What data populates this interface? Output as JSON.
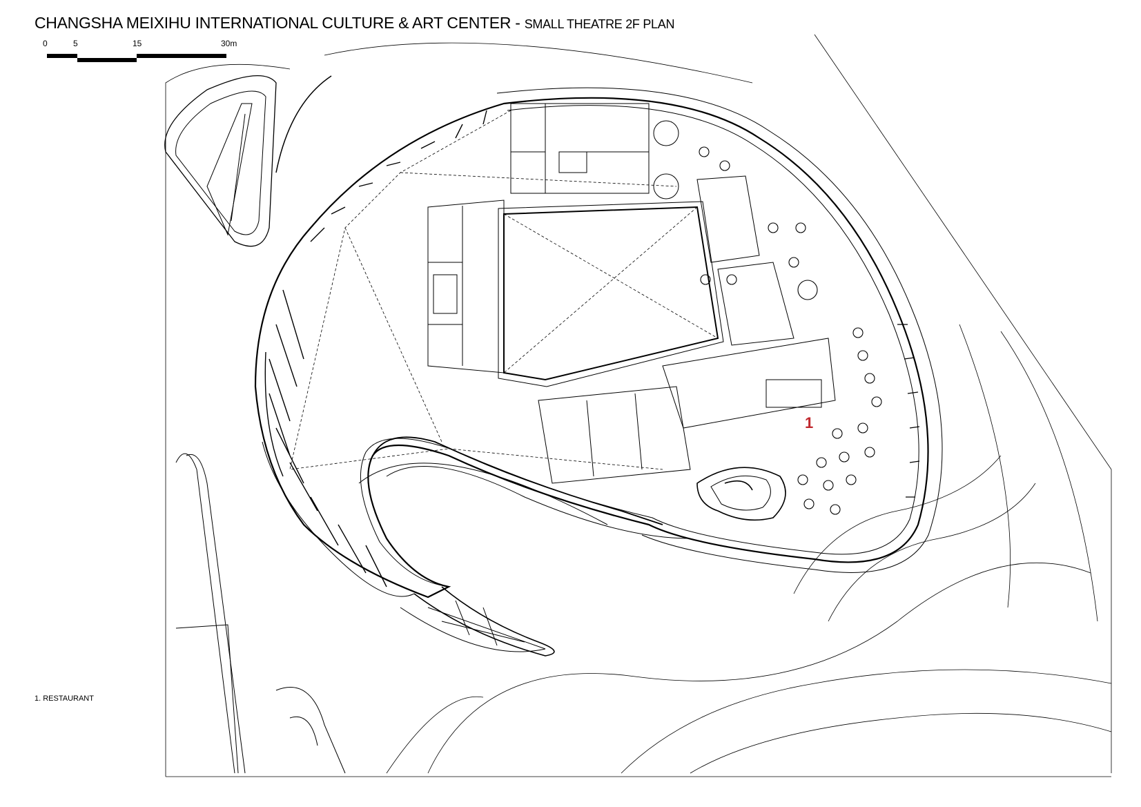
{
  "drawing": {
    "title_main": "CHANGSHA MEIXIHU INTERNATIONAL CULTURE & ART CENTER",
    "title_sep": " - ",
    "title_sub": "SMALL THEATRE 2F PLAN"
  },
  "scale_bar": {
    "ticks": [
      "0",
      "5",
      "15",
      "30m"
    ],
    "unit": "m"
  },
  "legend": {
    "items": [
      {
        "number": "1",
        "label": "1. RESTAURANT"
      }
    ]
  },
  "markers": [
    {
      "id": "1",
      "label": "1",
      "color": "#c0272d",
      "room": "RESTAURANT"
    }
  ],
  "colors": {
    "line": "#000000",
    "marker": "#c0272d",
    "background": "#ffffff"
  }
}
